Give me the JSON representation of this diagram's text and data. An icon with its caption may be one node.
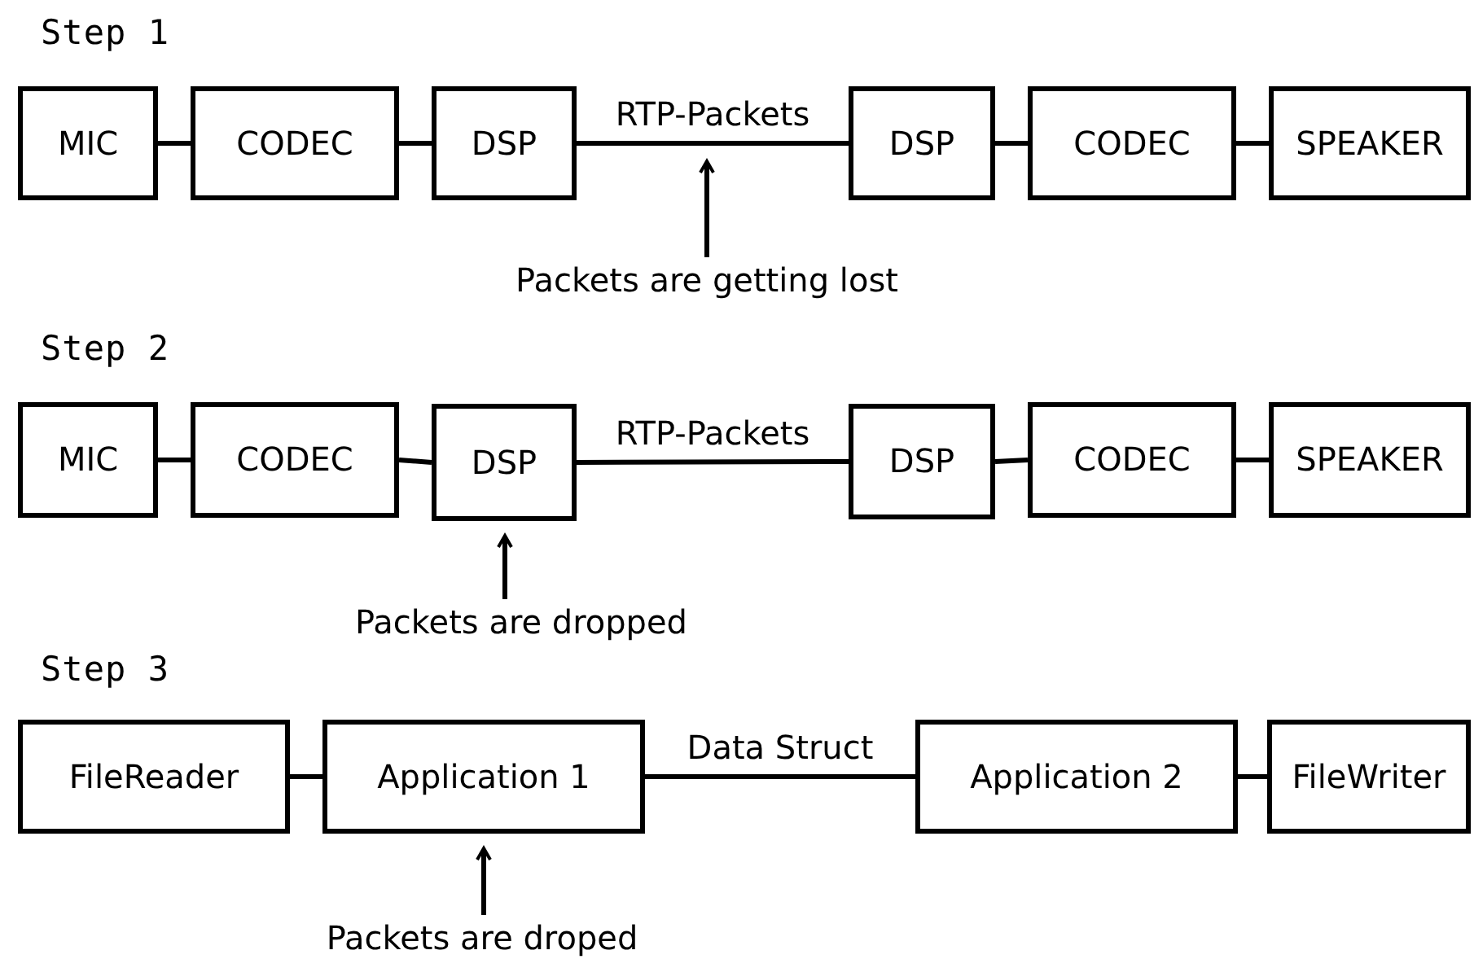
{
  "diagram": {
    "nodes": [
      {
        "text": [
          "MIC"
        ]
      },
      {
        "text": [
          "CODEC"
        ]
      },
      {
        "text": [
          "DSP"
        ]
      },
      {
        "text": [
          "DSP"
        ]
      },
      {
        "text": [
          "CODEC"
        ]
      },
      {
        "text": [
          "SPEAKER"
        ]
      },
      {
        "text": [
          "Packets are getting lost"
        ]
      },
      {
        "text": [
          "MIC"
        ]
      },
      {
        "text": [
          "CODEC"
        ]
      },
      {
        "text": [
          "DSP"
        ]
      },
      {
        "text": [
          "DSP"
        ]
      },
      {
        "text": [
          "CODEC"
        ]
      },
      {
        "text": [
          "SPEAKER"
        ]
      },
      {
        "text": [
          "Packets are dropped"
        ]
      },
      {
        "text": [
          "FileReader"
        ]
      },
      {
        "text": [
          "Application 1"
        ]
      },
      {
        "text": [
          "Application 2"
        ]
      },
      {
        "text": [
          "FileWriter"
        ]
      },
      {
        "text": [
          "Packets are droped"
        ]
      }
    ],
    "edges": [
      {
        "from": 0,
        "to": 1,
        "arrow": "none"
      },
      {
        "from": 1,
        "to": 2,
        "arrow": "none"
      },
      {
        "from": 2,
        "to": 3,
        "arrow": "none",
        "label": "RTP-Packets"
      },
      {
        "from": 3,
        "to": 4,
        "arrow": "none"
      },
      {
        "from": 4,
        "to": 5,
        "arrow": "none"
      },
      {
        "from": 6,
        "to": null,
        "arrow": "to"
      },
      {
        "from": 7,
        "to": 8,
        "arrow": "none"
      },
      {
        "from": 8,
        "to": 9,
        "arrow": "none"
      },
      {
        "from": 9,
        "to": 10,
        "arrow": "none",
        "label": "RTP-Packets"
      },
      {
        "from": 10,
        "to": 11,
        "arrow": "none"
      },
      {
        "from": 11,
        "to": 12,
        "arrow": "none"
      },
      {
        "from": 13,
        "to": 9,
        "arrow": "to"
      },
      {
        "from": 14,
        "to": 15,
        "arrow": "none"
      },
      {
        "from": 15,
        "to": 16,
        "arrow": "none",
        "label": "Data Struct"
      },
      {
        "from": 16,
        "to": 17,
        "arrow": "none"
      },
      {
        "from": 18,
        "to": 15,
        "arrow": "to"
      }
    ],
    "labels": [
      "Step 1",
      "Step 2",
      "Step 3"
    ]
  }
}
